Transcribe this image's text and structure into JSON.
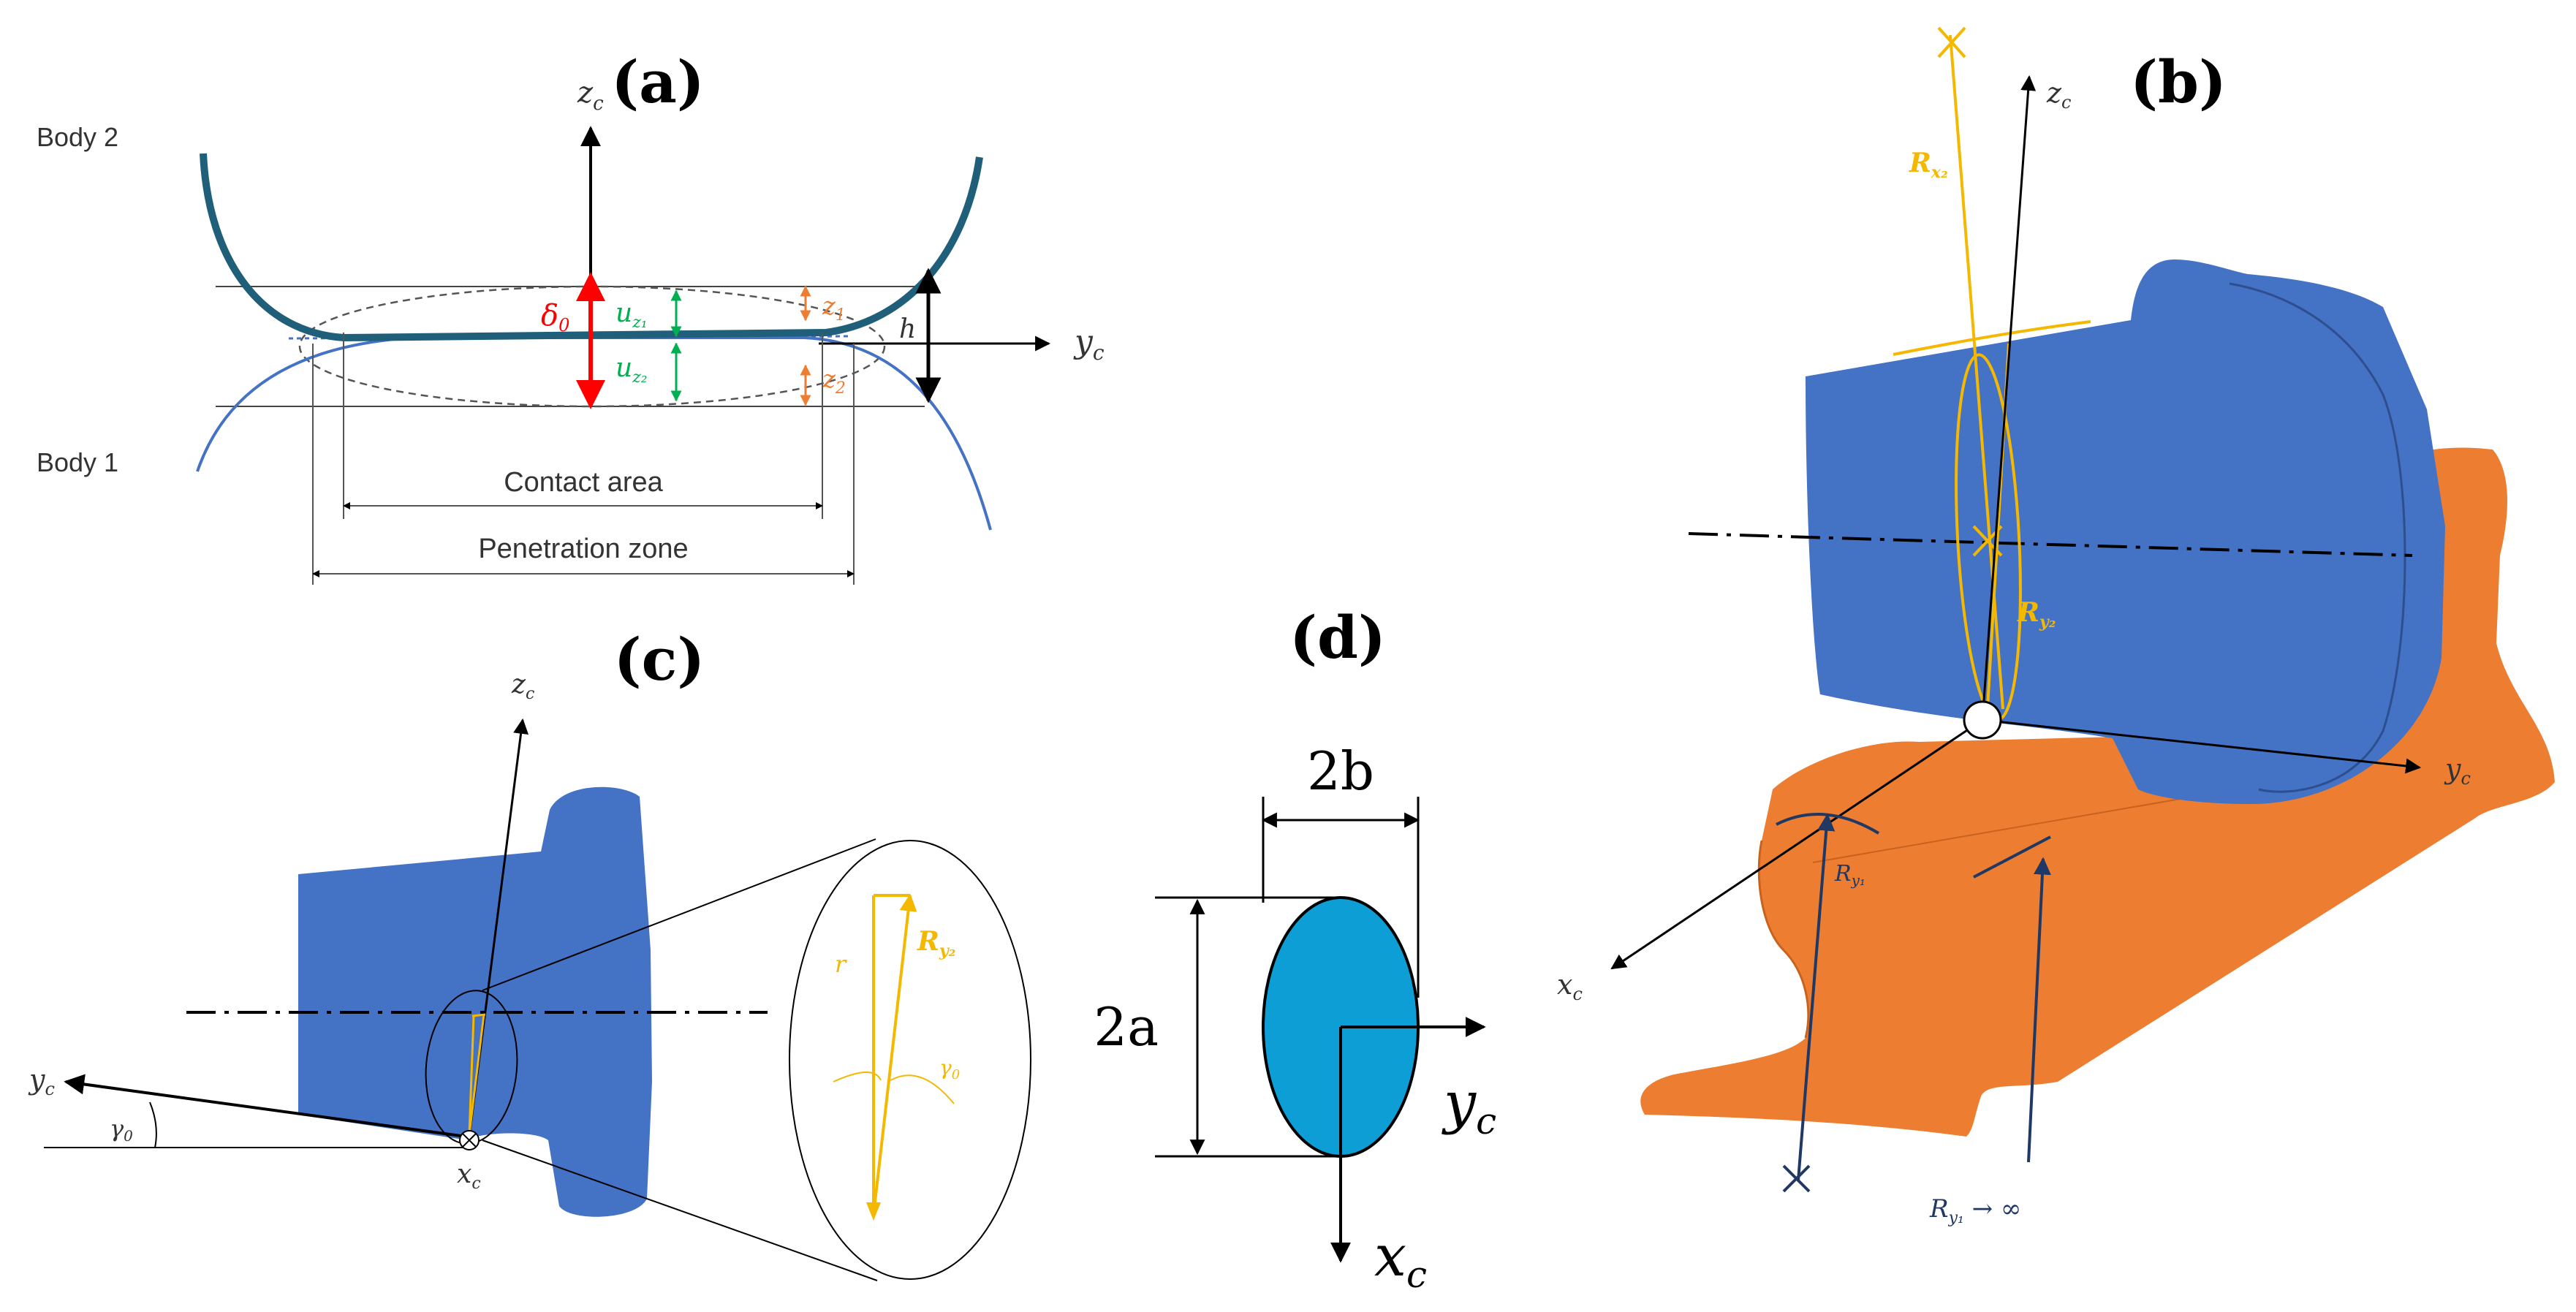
{
  "panels": {
    "a": {
      "label": "(a)",
      "body2": "Body 2",
      "body1": "Body 1",
      "contact_area": "Contact area",
      "penetration_zone": "Penetration zone",
      "axis_z": "z",
      "axis_z_sub": "c",
      "axis_y": "y",
      "axis_y_sub": "c",
      "delta": "δ",
      "delta_sub": "0",
      "u1": "u",
      "u1_sub": "z₁",
      "u2": "u",
      "u2_sub": "z₂",
      "z1": "z",
      "z1_sub": "1",
      "z2": "z",
      "z2_sub": "2",
      "h": "h",
      "colors": {
        "body2": "#1f5f7a",
        "body1": "#4472c4",
        "delta": "#ff0000",
        "u": "#00b050",
        "z": "#ed7d31"
      }
    },
    "b": {
      "label": "(b)",
      "axis_z": "z",
      "axis_z_sub": "c",
      "axis_y": "y",
      "axis_y_sub": "c",
      "axis_x": "x",
      "axis_x_sub": "c",
      "R_x2": "R",
      "R_x2_sub": "x₂",
      "R_y2": "R",
      "R_y2_sub": "y₂",
      "R_y1": "R",
      "R_y1_sub": "y₁",
      "R_y1_inf": "R",
      "R_y1_inf_sub": "y₁",
      "R_y1_inf_tail": " → ∞",
      "colors": {
        "wheel": "#4472c4",
        "rail": "#ed7d31",
        "yellow": "#f5b800",
        "navy": "#1f3864"
      }
    },
    "c": {
      "label": "(c)",
      "axis_z": "z",
      "axis_z_sub": "c",
      "axis_y": "y",
      "axis_y_sub": "c",
      "axis_x": "x",
      "axis_x_sub": "c",
      "gamma": "γ",
      "gamma_sub": "0",
      "r": "r",
      "R_y2": "R",
      "R_y2_sub": "y₂",
      "colors": {
        "wheel": "#4472c4",
        "yellow": "#f5b800"
      }
    },
    "d": {
      "label": "(d)",
      "two_b": "2b",
      "two_a": "2a",
      "axis_y": "y",
      "axis_y_sub": "c",
      "axis_x": "x",
      "axis_x_sub": "c",
      "colors": {
        "ellipse": "#0e9ed6"
      }
    }
  }
}
